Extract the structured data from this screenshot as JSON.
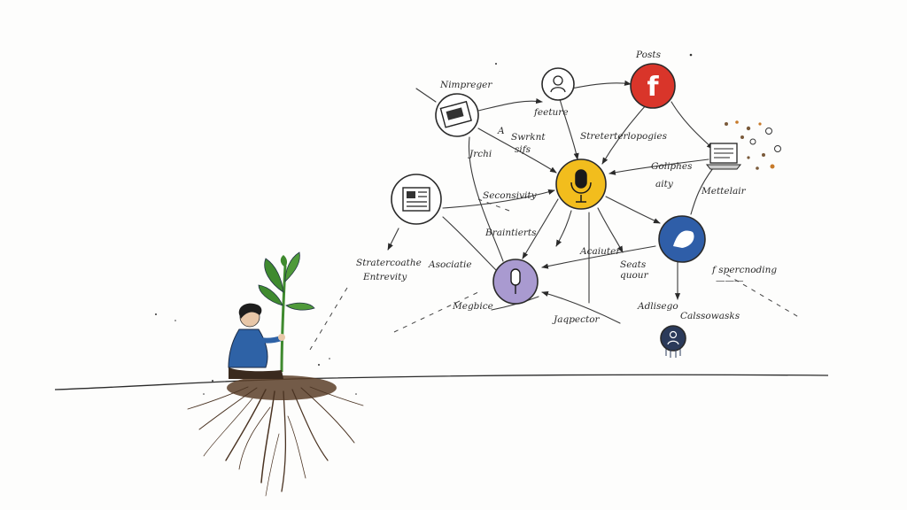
{
  "colors": {
    "ink": "#2a2a2a",
    "paper": "#fdfdfc",
    "facebook_red": "#d9352a",
    "mic_yellow": "#f2bd1d",
    "purple": "#a99ad0",
    "blue": "#2f5ea8",
    "navy": "#2b3a5a",
    "leaf_green": "#3f8a2f",
    "shirt_blue": "#2e62a6",
    "soil_brown": "#4a3322"
  },
  "nodes": [
    {
      "id": "doc-node",
      "icon": "document-icon",
      "style": "outline",
      "label": "Nimpreger"
    },
    {
      "id": "user-node",
      "icon": "person-icon",
      "style": "outline",
      "label": ""
    },
    {
      "id": "facebook-node",
      "icon": "facebook-icon",
      "style": "red",
      "label": "Posts",
      "glyph": "f"
    },
    {
      "id": "news-node",
      "icon": "newspaper-icon",
      "style": "outline",
      "label": ""
    },
    {
      "id": "mic-node",
      "icon": "microphone-icon",
      "style": "yellow",
      "label": ""
    },
    {
      "id": "purple-mic-node",
      "icon": "microphone-icon",
      "style": "purple",
      "label": "Megbice"
    },
    {
      "id": "twitter-node",
      "icon": "bird-icon",
      "style": "blue",
      "label": ""
    },
    {
      "id": "small-node",
      "icon": "person-icon",
      "style": "navy",
      "label": "Calssowasks"
    },
    {
      "id": "laptop-node",
      "icon": "laptop-icon",
      "style": "plain",
      "label": "Mettelair"
    }
  ],
  "labels": {
    "feature": "feeture",
    "strategies": "Streterterlopogies",
    "a_small": "A",
    "jarchi": "Jrchi",
    "smrknt": "Swrknt",
    "sifs": "sifs",
    "goliphes": "Goliphes",
    "aity": "aity",
    "seconsivity": "Seconsivity",
    "braintierts": "Braintierts",
    "associate": "Asociatie",
    "strategy_line1": "Stratercoathe",
    "strategy_line2": "Entrevity",
    "accaiuter": "Acaiuter",
    "seats_line1": "Seats",
    "seats_line2": "quour",
    "adlisego": "Adlisego",
    "jaqpector": "Jaqpector",
    "fpercnod_line1": "f spercnoding",
    "fpercnod_line2": "———"
  }
}
